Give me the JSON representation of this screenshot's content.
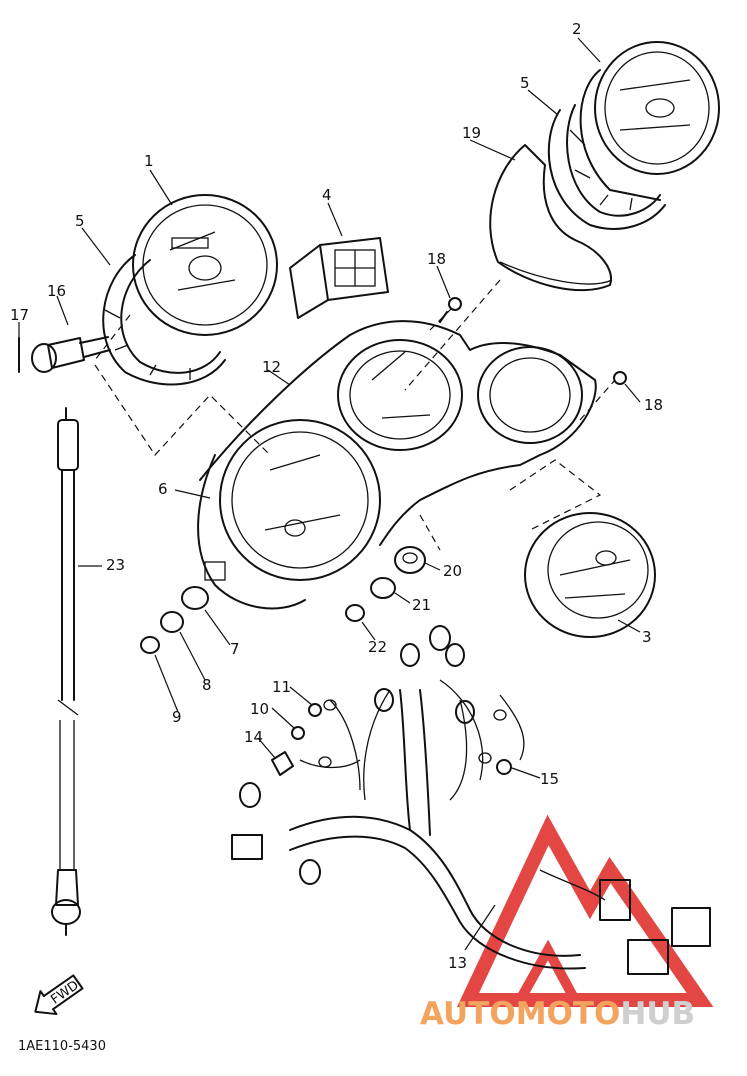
{
  "diagram": {
    "part_code": "1AE110-5430",
    "fwd_label": "FWD",
    "callouts": {
      "n1": "1",
      "n2": "2",
      "n3": "3",
      "n4": "4",
      "n5a": "5",
      "n5b": "5",
      "n6": "6",
      "n7": "7",
      "n8": "8",
      "n9": "9",
      "n10": "10",
      "n11": "11",
      "n12": "12",
      "n13": "13",
      "n14": "14",
      "n15": "15",
      "n16": "16",
      "n17": "17",
      "n18a": "18",
      "n18b": "18",
      "n19": "19",
      "n20": "20",
      "n21": "21",
      "n22": "22",
      "n23": "23"
    }
  },
  "watermark": {
    "part1": "AUTOMOTO",
    "part2": "HUB",
    "color_part1": "#f2a35e",
    "color_part2": "#d8d8d8",
    "logo_color": "#e0332f"
  }
}
